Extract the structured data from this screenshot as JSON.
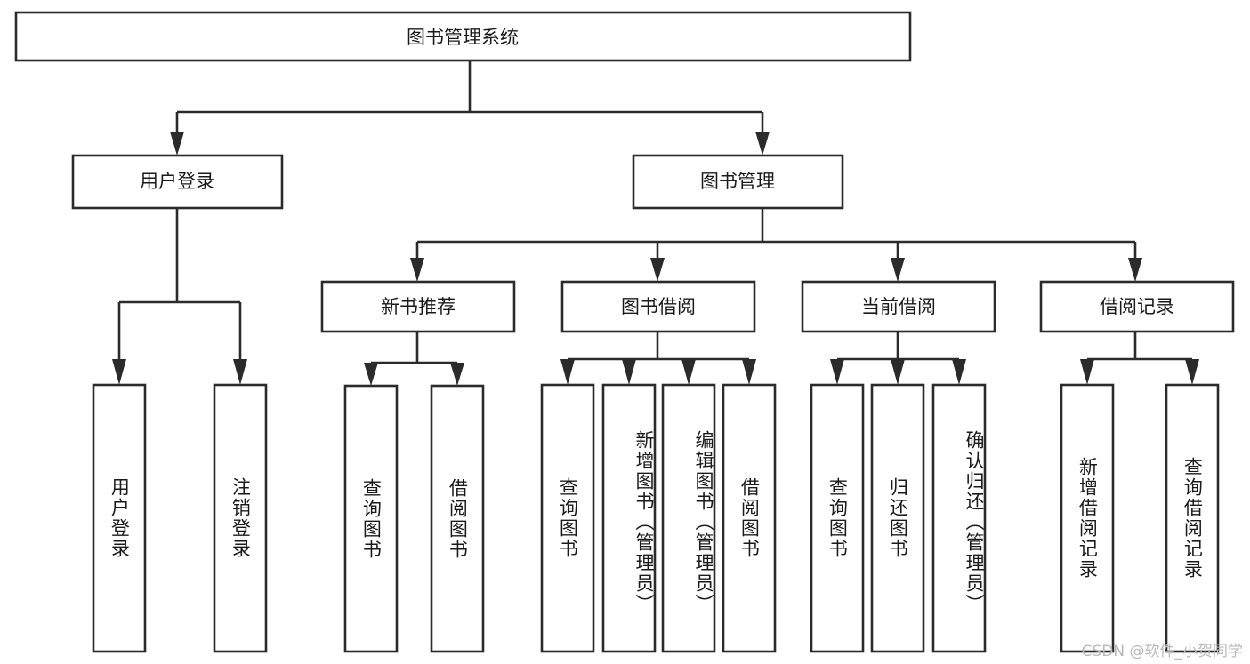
{
  "diagram": {
    "title": "图书管理系统",
    "type": "tree-hierarchy-diagram",
    "orientation": "top-down",
    "colors": {
      "background": "#ffffff",
      "box_border": "#2b2b2b",
      "box_fill": "#ffffff",
      "connector": "#2b2b2b",
      "text": "#1a1a1a",
      "watermark": "#b9b9b9"
    }
  },
  "watermark": {
    "text": "CSDN @软件_小贺同学"
  },
  "nodes": {
    "root": {
      "label": "图书管理系统",
      "level": 0,
      "orientation": "horizontal"
    },
    "level1": [
      {
        "id": "user-login",
        "label": "用户登录",
        "orientation": "horizontal"
      },
      {
        "id": "book-manage",
        "label": "图书管理",
        "orientation": "horizontal"
      }
    ],
    "level2": [
      {
        "id": "new-book-recommend",
        "label": "新书推荐",
        "parent": "book-manage",
        "orientation": "horizontal"
      },
      {
        "id": "book-borrow",
        "label": "图书借阅",
        "parent": "book-manage",
        "orientation": "horizontal"
      },
      {
        "id": "current-borrow",
        "label": "当前借阅",
        "parent": "book-manage",
        "orientation": "horizontal"
      },
      {
        "id": "borrow-record",
        "label": "借阅记录",
        "parent": "book-manage",
        "orientation": "horizontal"
      }
    ],
    "leaves": [
      {
        "id": "leaf-user-login",
        "label": "用户登录",
        "parent": "user-login",
        "orientation": "vertical"
      },
      {
        "id": "leaf-user-logout",
        "label": "注销登录",
        "parent": "user-login",
        "orientation": "vertical"
      },
      {
        "id": "leaf-query-book-1",
        "label": "查询图书",
        "parent": "new-book-recommend",
        "orientation": "vertical"
      },
      {
        "id": "leaf-borrow-book-1",
        "label": "借阅图书",
        "parent": "new-book-recommend",
        "orientation": "vertical"
      },
      {
        "id": "leaf-query-book-2",
        "label": "查询图书",
        "parent": "book-borrow",
        "orientation": "vertical"
      },
      {
        "id": "leaf-add-book",
        "label": "新增图书（管理员）",
        "parent": "book-borrow",
        "orientation": "vertical"
      },
      {
        "id": "leaf-edit-book",
        "label": "编辑图书（管理员）",
        "parent": "book-borrow",
        "orientation": "vertical"
      },
      {
        "id": "leaf-borrow-book-2",
        "label": "借阅图书",
        "parent": "book-borrow",
        "orientation": "vertical"
      },
      {
        "id": "leaf-query-book-3",
        "label": "查询图书",
        "parent": "current-borrow",
        "orientation": "vertical"
      },
      {
        "id": "leaf-return-book",
        "label": "归还图书",
        "parent": "current-borrow",
        "orientation": "vertical"
      },
      {
        "id": "leaf-confirm-return",
        "label": "确认归还（管理员）",
        "parent": "current-borrow",
        "orientation": "vertical"
      },
      {
        "id": "leaf-add-record",
        "label": "新增借阅记录",
        "parent": "borrow-record",
        "orientation": "vertical"
      },
      {
        "id": "leaf-query-record",
        "label": "查询借阅记录",
        "parent": "borrow-record",
        "orientation": "vertical"
      }
    ]
  }
}
